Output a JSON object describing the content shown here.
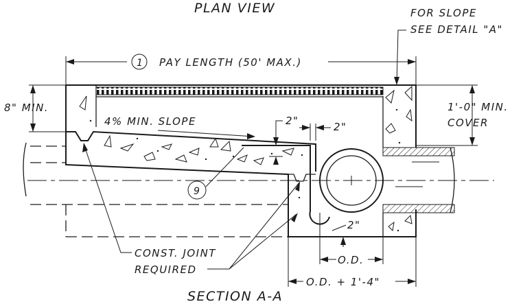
{
  "labels": {
    "plan_view": "PLAN VIEW",
    "slope_note_1": "FOR SLOPE",
    "slope_note_2": "SEE DETAIL \"A\"",
    "pay_length_num": "1",
    "pay_length": "PAY LENGTH (50' MAX.)",
    "min_8": "8\" MIN.",
    "cover_1": "1'-0\" MIN.",
    "cover_2": "COVER",
    "slope": "4% MIN. SLOPE",
    "dim_2_a": "2\"",
    "dim_2_b": "2\"",
    "dim_2_c": "2\"",
    "callout_9": "9",
    "joint_1": "CONST. JOINT",
    "joint_2": "REQUIRED",
    "od": "O.D.",
    "od_plus": "O.D. + 1'-4\"",
    "section": "SECTION A-A"
  }
}
